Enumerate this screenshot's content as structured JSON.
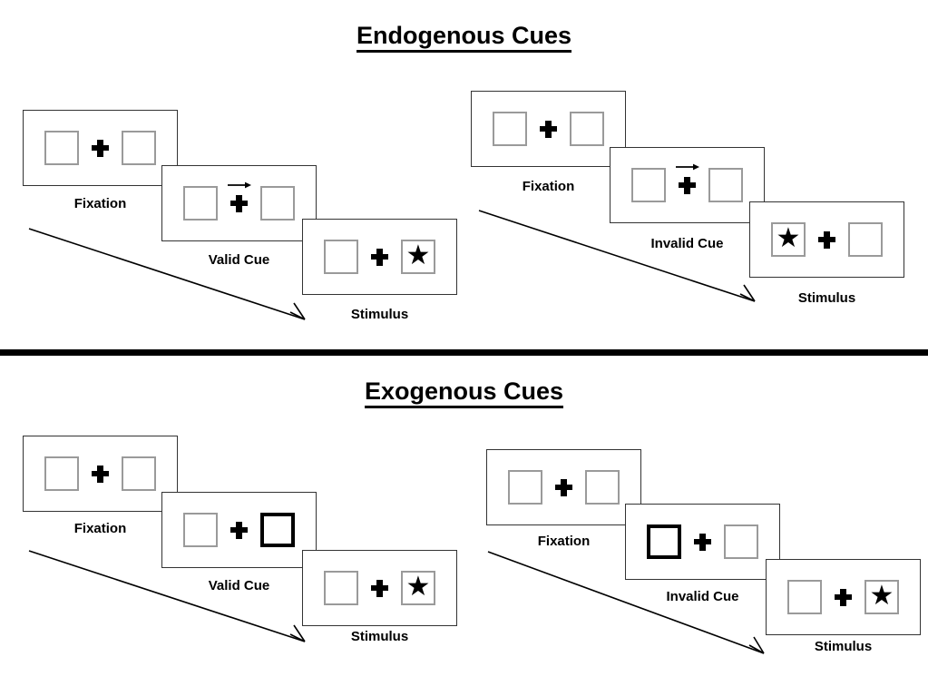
{
  "figure": {
    "title_endogenous": "Endogenous Cues",
    "title_exogenous": "Exogenous Cues"
  },
  "sections": [
    {
      "id": "endogenous",
      "title": "Endogenous Cues",
      "columns": [
        {
          "id": "endogenous-valid",
          "frames": [
            {
              "label": "Fixation",
              "left_box": "empty",
              "right_box": "empty",
              "cue": "none"
            },
            {
              "label": "Valid Cue",
              "left_box": "empty",
              "right_box": "empty",
              "cue": "arrow-right"
            },
            {
              "label": "Stimulus",
              "left_box": "empty",
              "right_box": "star",
              "cue": "none"
            }
          ]
        },
        {
          "id": "endogenous-invalid",
          "frames": [
            {
              "label": "Fixation",
              "left_box": "empty",
              "right_box": "empty",
              "cue": "none"
            },
            {
              "label": "Invalid Cue",
              "left_box": "empty",
              "right_box": "empty",
              "cue": "arrow-right"
            },
            {
              "label": "Stimulus",
              "left_box": "star",
              "right_box": "empty",
              "cue": "none"
            }
          ]
        }
      ]
    },
    {
      "id": "exogenous",
      "title": "Exogenous Cues",
      "columns": [
        {
          "id": "exogenous-valid",
          "frames": [
            {
              "label": "Fixation",
              "left_box": "empty",
              "right_box": "empty",
              "cue": "none"
            },
            {
              "label": "Valid Cue",
              "left_box": "empty",
              "right_box": "cued",
              "cue": "none"
            },
            {
              "label": "Stimulus",
              "left_box": "empty",
              "right_box": "star",
              "cue": "none"
            }
          ]
        },
        {
          "id": "exogenous-invalid",
          "frames": [
            {
              "label": "Fixation",
              "left_box": "empty",
              "right_box": "empty",
              "cue": "none"
            },
            {
              "label": "Invalid Cue",
              "left_box": "cued",
              "right_box": "empty",
              "cue": "none"
            },
            {
              "label": "Stimulus",
              "left_box": "empty",
              "right_box": "star",
              "cue": "none"
            }
          ]
        }
      ]
    }
  ],
  "glyphs": {
    "star": "★",
    "cue_arrow": "arrow-right-icon",
    "fixation_cross": "plus-icon",
    "flow_arrow": "diagonal-arrow-icon"
  },
  "colors": {
    "ink": "#000000",
    "panel_border": "#333333",
    "box_border": "#9a9a9a",
    "cued_box_border": "#000000",
    "background": "#ffffff"
  }
}
